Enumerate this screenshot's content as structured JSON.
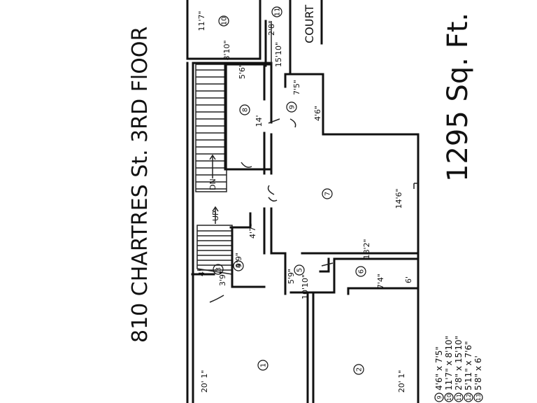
{
  "title": "810 CHARTRES St. 3RD FlOOR",
  "area": "1295 Sq. Ft.",
  "court_label": "COURT",
  "stairs": {
    "down": "DN",
    "up": "UP"
  },
  "rooms": [
    {
      "id": "room-1",
      "number": "1",
      "dim": "20' 1\""
    },
    {
      "id": "room-2",
      "number": "2",
      "dim": "20' 1\""
    },
    {
      "id": "room-3",
      "number": "3",
      "dim": "3'9\"",
      "dim2": "4'"
    },
    {
      "id": "room-4",
      "number": "4",
      "dim": "9'9\"",
      "dim2": "4'7\""
    },
    {
      "id": "room-5",
      "number": "5",
      "dim": "5'9\"",
      "dim2": "10'10\""
    },
    {
      "id": "room-6",
      "number": "6",
      "dim": "7'4\"",
      "dim2": "6'"
    },
    {
      "id": "room-7",
      "number": "7",
      "dim": "14'6\"",
      "dim2": "18'2\""
    },
    {
      "id": "room-8",
      "number": "8",
      "dim": "5'6\"",
      "dim2": "14'"
    },
    {
      "id": "room-9",
      "number": "9",
      "dim": "4'6\"",
      "dim2": "7'5\""
    },
    {
      "id": "room-10",
      "number": "10",
      "dim": "11'7\"",
      "dim2": "8'10\""
    },
    {
      "id": "room-11",
      "number": "11",
      "dim": "2'8\"",
      "dim2": "15'10\""
    }
  ],
  "legend": [
    {
      "number": "9",
      "text": "4'6\" x 7'5\""
    },
    {
      "number": "10",
      "text": "11'7\" x 8'10\""
    },
    {
      "number": "11",
      "text": "2'8\" x 15'10\""
    },
    {
      "number": "12",
      "text": "5'11\" x 7'6\""
    },
    {
      "number": "13",
      "text": "5'8\" x 6'"
    }
  ]
}
